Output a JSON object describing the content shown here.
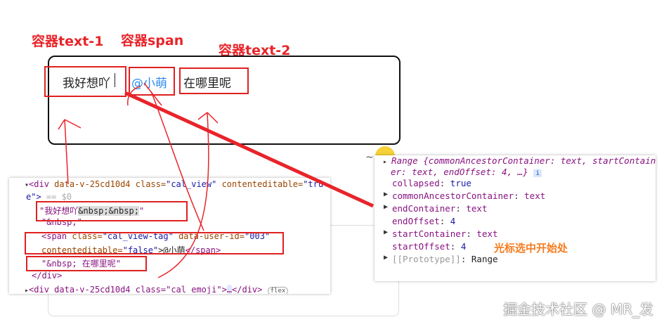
{
  "annotations": {
    "text1": "容器text-1",
    "span": "容器span",
    "text2": "容器text-2",
    "cursor": "光标选中开始处"
  },
  "editor": {
    "text1": "我好想吖",
    "mention": "@小萌",
    "text2": "在哪里呢"
  },
  "elements_panel": {
    "line1_tag": "<div",
    "line1_attr1": " data-v-25cd10d4",
    "line1_attr2": " class=",
    "line1_val2": "\"cal_view\"",
    "line1_attr3": " contenteditable=",
    "line1_val3": "\"tru",
    "line2_val": "e\">",
    "line2_dim": " == $0",
    "text1_q": "\"我好想吖",
    "text1_nb": "&nbsp;&nbsp;",
    "text1_end": "\"",
    "nbsp_line": "\"&nbsp;\"",
    "span_open": "<span",
    "span_attr1": " class=",
    "span_val1": "\"cal_view-tag\"",
    "span_attr2": " data-user-id=",
    "span_val2": "\"003\"",
    "span_attr3": "contenteditable=",
    "span_val3": "\"false\"",
    "span_text": ">@小萌",
    "span_close": "</span>",
    "text2_line": "\"&nbsp; 在哪里呢\"",
    "div_close": "</div>",
    "emoji_line": "<div data-v-25cd10d4 class=\"cal_emoji\">",
    "emoji_more": "…",
    "emoji_close": "</div>",
    "flex_badge": "flex"
  },
  "console": {
    "summary1": "Range {commonAncestorContainer: text, startContain",
    "summary2": "er: text, endOffset: 4, …}",
    "info": "i",
    "props": [
      {
        "key": "collapsed",
        "value": "true",
        "expandable": false
      },
      {
        "key": "commonAncestorContainer",
        "value": "text",
        "expandable": true
      },
      {
        "key": "endContainer",
        "value": "text",
        "expandable": true
      },
      {
        "key": "endOffset",
        "value": "4",
        "expandable": false
      },
      {
        "key": "startContainer",
        "value": "text",
        "expandable": true
      },
      {
        "key": "startOffset",
        "value": "4",
        "expandable": false
      },
      {
        "key": "[[Prototype]]",
        "value": "Range",
        "expandable": true
      }
    ]
  },
  "watermark": "掘金技术社区 @ MR_发",
  "colors": {
    "annotation": "#e8242a",
    "cursor_note": "#f57c1f",
    "mention": "#2d8cf0"
  }
}
